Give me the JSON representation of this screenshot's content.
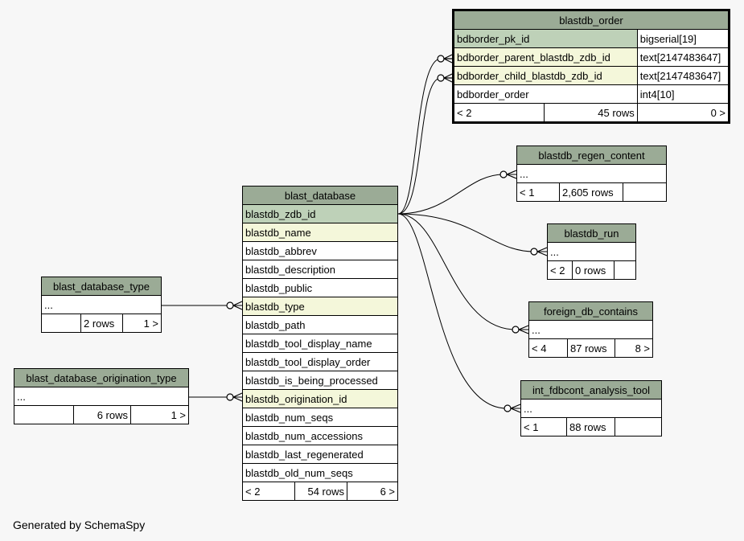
{
  "tables": {
    "blastdb_order": {
      "name": "blastdb_order",
      "columns": [
        {
          "name": "bdborder_pk_id",
          "type": "bigserial[19]"
        },
        {
          "name": "bdborder_parent_blastdb_zdb_id",
          "type": "text[2147483647]"
        },
        {
          "name": "bdborder_child_blastdb_zdb_id",
          "type": "text[2147483647]"
        },
        {
          "name": "bdborder_order",
          "type": "int4[10]"
        }
      ],
      "footer": [
        "< 2",
        "45 rows",
        "0 >"
      ]
    },
    "blastdb_regen_content": {
      "name": "blastdb_regen_content",
      "col": "...",
      "footer": [
        "< 1",
        "2,605 rows",
        ""
      ]
    },
    "blastdb_run": {
      "name": "blastdb_run",
      "col": "...",
      "footer": [
        "< 2",
        "0 rows",
        ""
      ]
    },
    "foreign_db_contains": {
      "name": "foreign_db_contains",
      "col": "...",
      "footer": [
        "< 4",
        "87 rows",
        "8 >"
      ]
    },
    "int_fdbcont_analysis_tool": {
      "name": "int_fdbcont_analysis_tool",
      "col": "...",
      "footer": [
        "< 1",
        "88 rows",
        ""
      ]
    },
    "blast_database_type": {
      "name": "blast_database_type",
      "col": "...",
      "footer": [
        "",
        "2 rows",
        "1 >"
      ]
    },
    "blast_database_origination_type": {
      "name": "blast_database_origination_type",
      "col": "...",
      "footer": [
        "",
        "6 rows",
        "1 >"
      ]
    },
    "blast_database": {
      "name": "blast_database",
      "columns": [
        "blastdb_zdb_id",
        "blastdb_name",
        "blastdb_abbrev",
        "blastdb_description",
        "blastdb_public",
        "blastdb_type",
        "blastdb_path",
        "blastdb_tool_display_name",
        "blastdb_tool_display_order",
        "blastdb_is_being_processed",
        "blastdb_origination_id",
        "blastdb_num_seqs",
        "blastdb_num_accessions",
        "blastdb_last_regenerated",
        "blastdb_old_num_seqs"
      ],
      "footer": [
        "< 2",
        "54 rows",
        "6 >"
      ]
    }
  },
  "colors": {
    "header": "#9bab96",
    "primary_key": "#bed1b8",
    "foreign_key": "#f4f7da",
    "background": "#f7f7f7"
  },
  "footer_text": "Generated by SchemaSpy"
}
